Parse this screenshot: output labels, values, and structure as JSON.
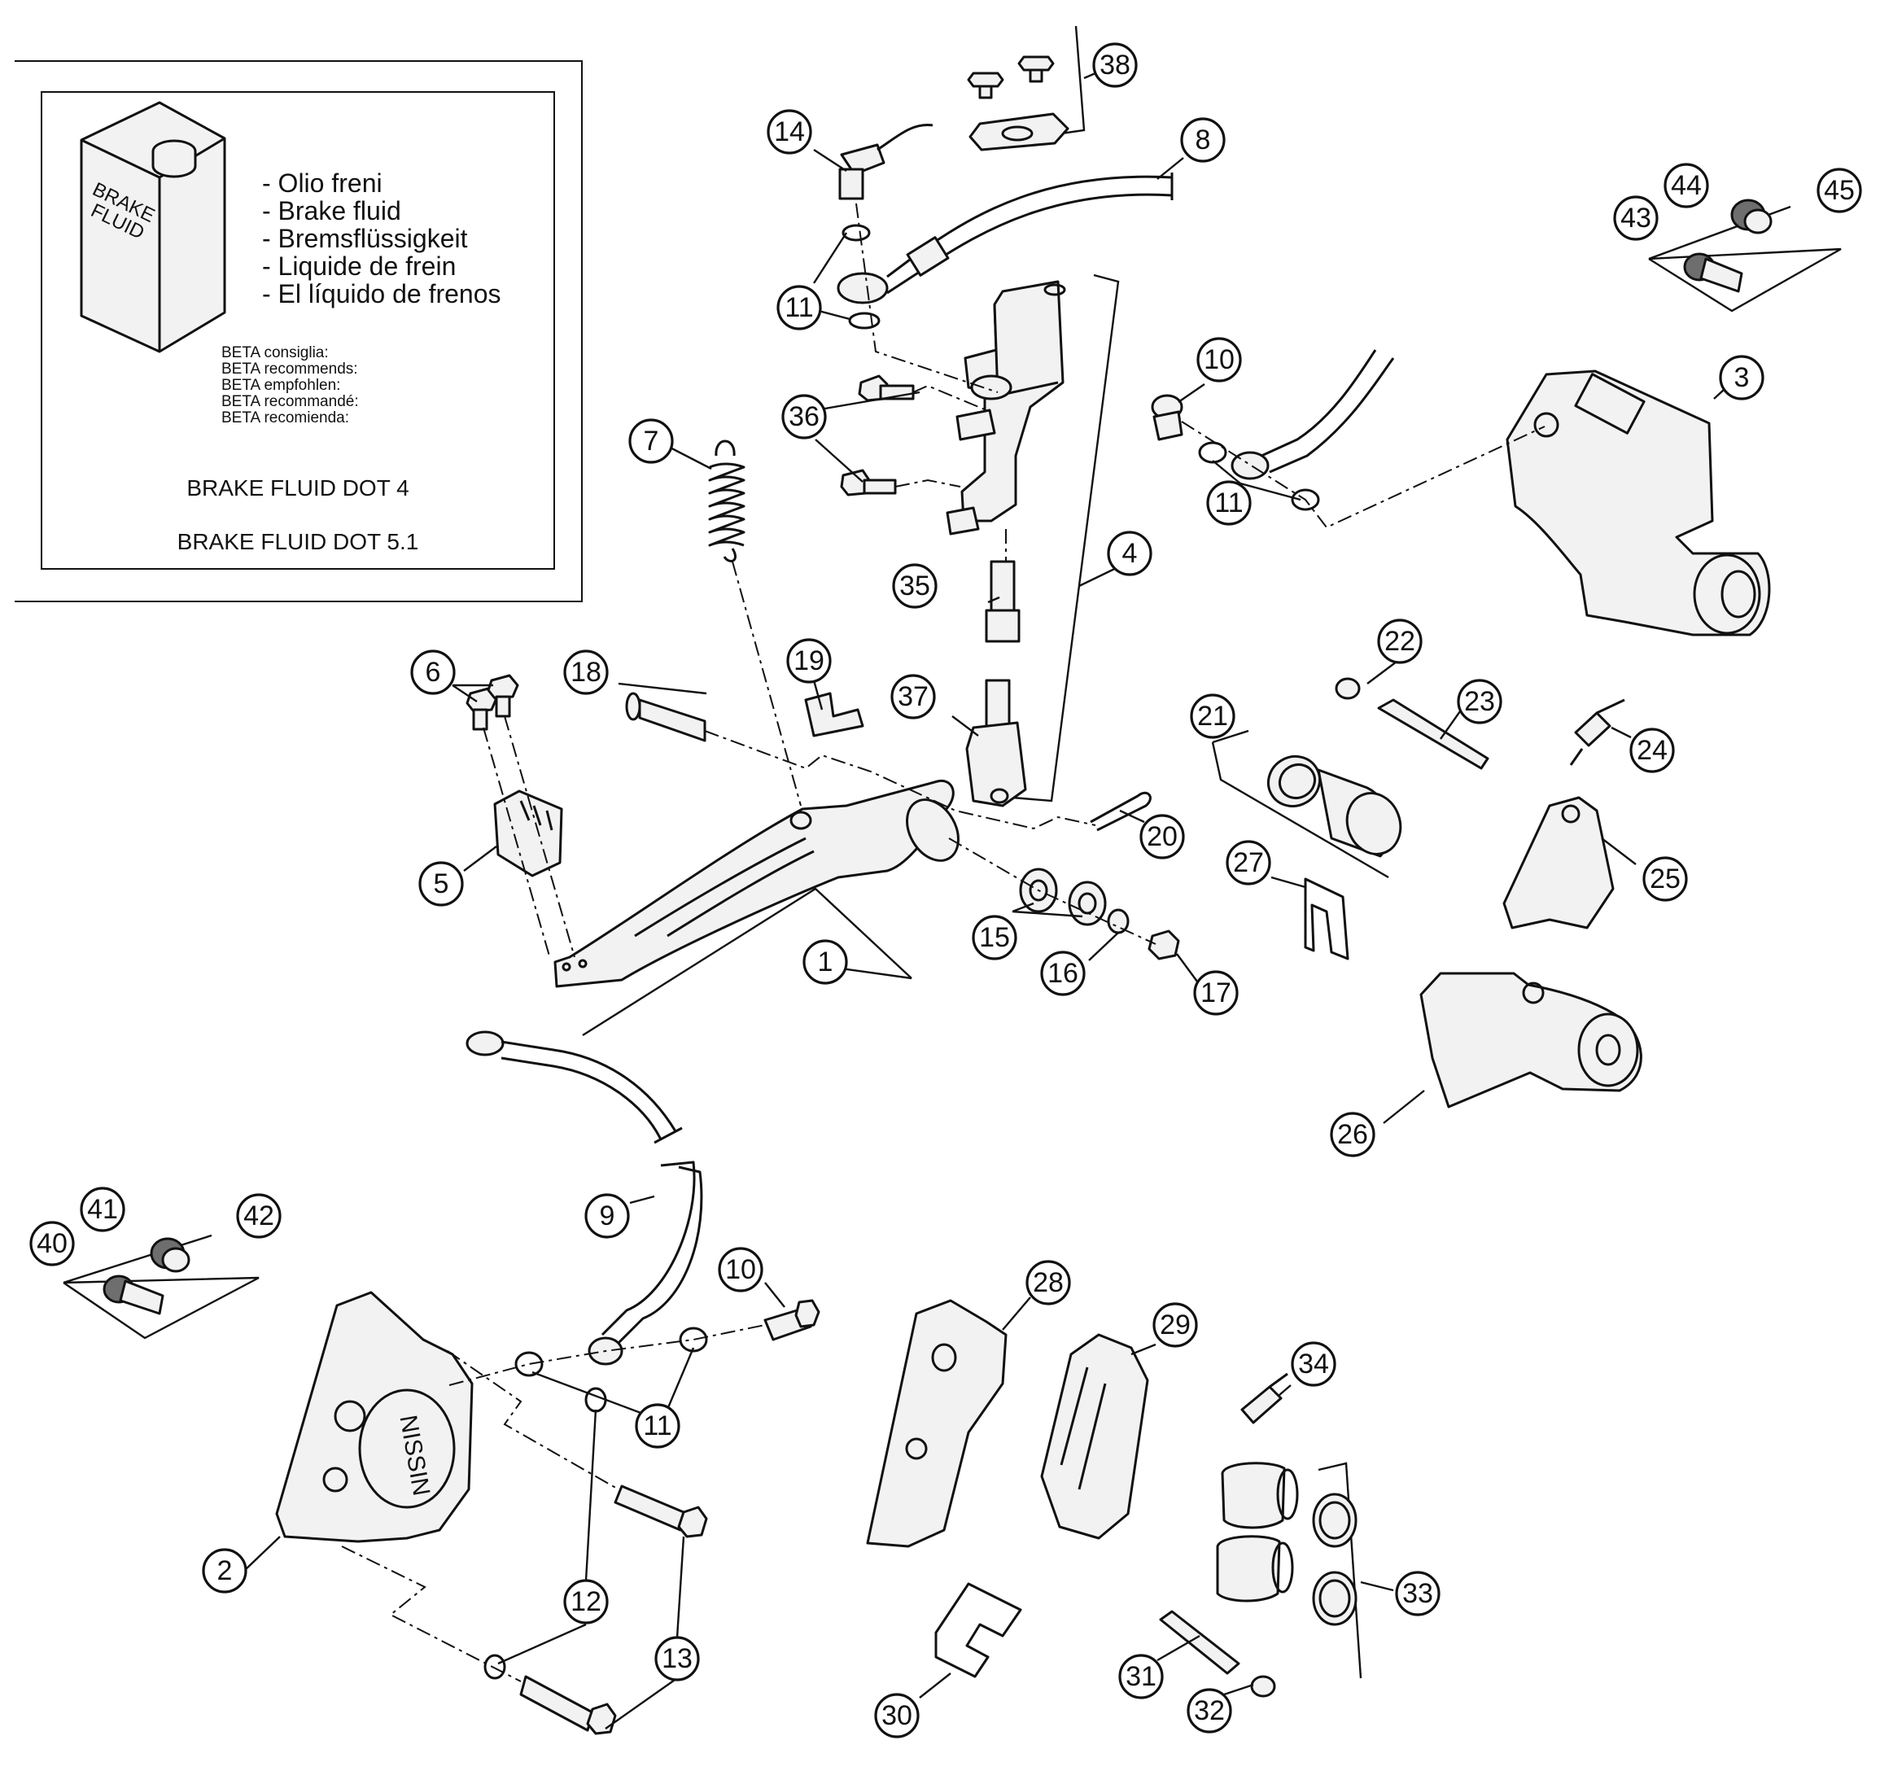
{
  "legend": {
    "can_label_line1": "BRAKE",
    "can_label_line2": "FLUID",
    "fluid_names": [
      "- Olio freni",
      "- Brake fluid",
      "- Bremsflüssigkeit",
      "- Liquide de frein",
      "- El líquido de frenos"
    ],
    "recommends": [
      "BETA consiglia:",
      "BETA recommends:",
      "BETA empfohlen:",
      "BETA recommandé:",
      "BETA recomienda:"
    ],
    "spec_1": "BRAKE FLUID DOT 4",
    "spec_2": "BRAKE FLUID DOT 5.1"
  },
  "callouts": [
    {
      "n": "1"
    },
    {
      "n": "2"
    },
    {
      "n": "3"
    },
    {
      "n": "4"
    },
    {
      "n": "5"
    },
    {
      "n": "6"
    },
    {
      "n": "7"
    },
    {
      "n": "8"
    },
    {
      "n": "9"
    },
    {
      "n": "10"
    },
    {
      "n": "10"
    },
    {
      "n": "11"
    },
    {
      "n": "11"
    },
    {
      "n": "11"
    },
    {
      "n": "12"
    },
    {
      "n": "13"
    },
    {
      "n": "14"
    },
    {
      "n": "15"
    },
    {
      "n": "16"
    },
    {
      "n": "17"
    },
    {
      "n": "18"
    },
    {
      "n": "19"
    },
    {
      "n": "20"
    },
    {
      "n": "21"
    },
    {
      "n": "22"
    },
    {
      "n": "23"
    },
    {
      "n": "24"
    },
    {
      "n": "25"
    },
    {
      "n": "26"
    },
    {
      "n": "27"
    },
    {
      "n": "28"
    },
    {
      "n": "29"
    },
    {
      "n": "30"
    },
    {
      "n": "31"
    },
    {
      "n": "32"
    },
    {
      "n": "33"
    },
    {
      "n": "34"
    },
    {
      "n": "35"
    },
    {
      "n": "36"
    },
    {
      "n": "37"
    },
    {
      "n": "38"
    },
    {
      "n": "40"
    },
    {
      "n": "41"
    },
    {
      "n": "42"
    },
    {
      "n": "43"
    },
    {
      "n": "44"
    },
    {
      "n": "45"
    }
  ]
}
